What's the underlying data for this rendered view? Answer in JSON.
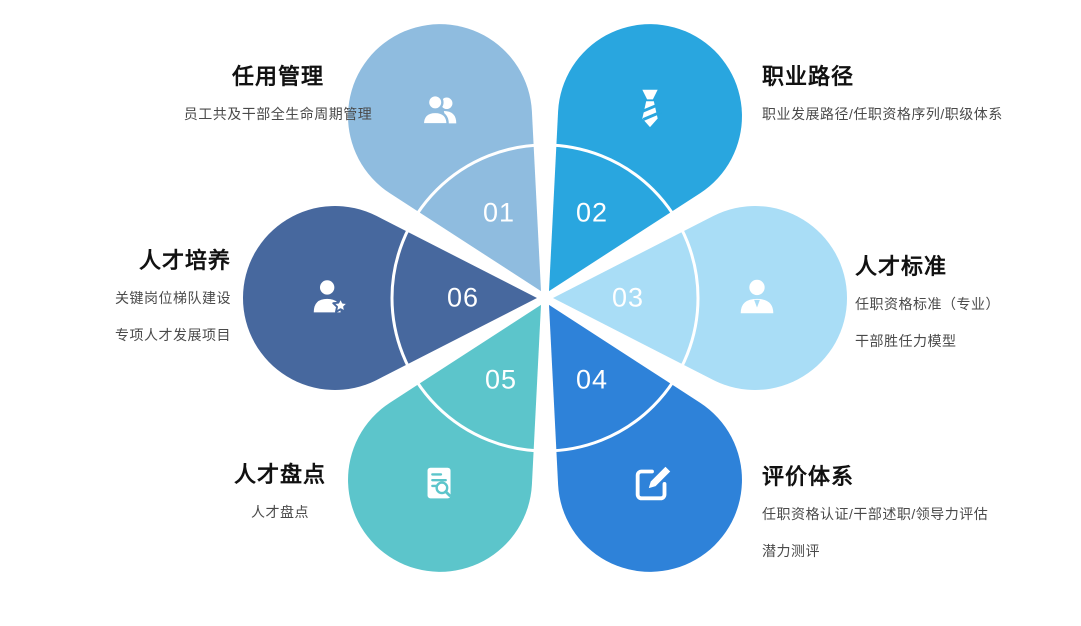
{
  "background": "#ffffff",
  "diagram": {
    "type": "flower-petal-cycle",
    "ring_color": "#ffffff",
    "petals": [
      {
        "number": "01",
        "color": "#8FBCDF",
        "icon": "users-icon"
      },
      {
        "number": "02",
        "color": "#29A6DF",
        "icon": "necktie-icon"
      },
      {
        "number": "03",
        "color": "#A9DDF6",
        "icon": "business-person-icon"
      },
      {
        "number": "04",
        "color": "#2E82D9",
        "icon": "edit-icon"
      },
      {
        "number": "05",
        "color": "#5CC5CB",
        "icon": "report-search-icon"
      },
      {
        "number": "06",
        "color": "#47689E",
        "icon": "person-star-icon"
      }
    ],
    "labels": [
      {
        "title": "任用管理",
        "lines": [
          "员工共及干部全生命周期管理"
        ]
      },
      {
        "title": "职业路径",
        "lines": [
          "职业发展路径/任职资格序列/职级体系"
        ]
      },
      {
        "title": "人才标准",
        "lines": [
          "任职资格标准（专业）",
          "干部胜任力模型"
        ]
      },
      {
        "title": "评价体系",
        "lines": [
          "任职资格认证/干部述职/领导力评估",
          "潜力测评"
        ]
      },
      {
        "title": "人才盘点",
        "lines": [
          "人才盘点"
        ]
      },
      {
        "title": "人才培养",
        "lines": [
          "关键岗位梯队建设",
          "专项人才发展项目"
        ]
      }
    ]
  }
}
